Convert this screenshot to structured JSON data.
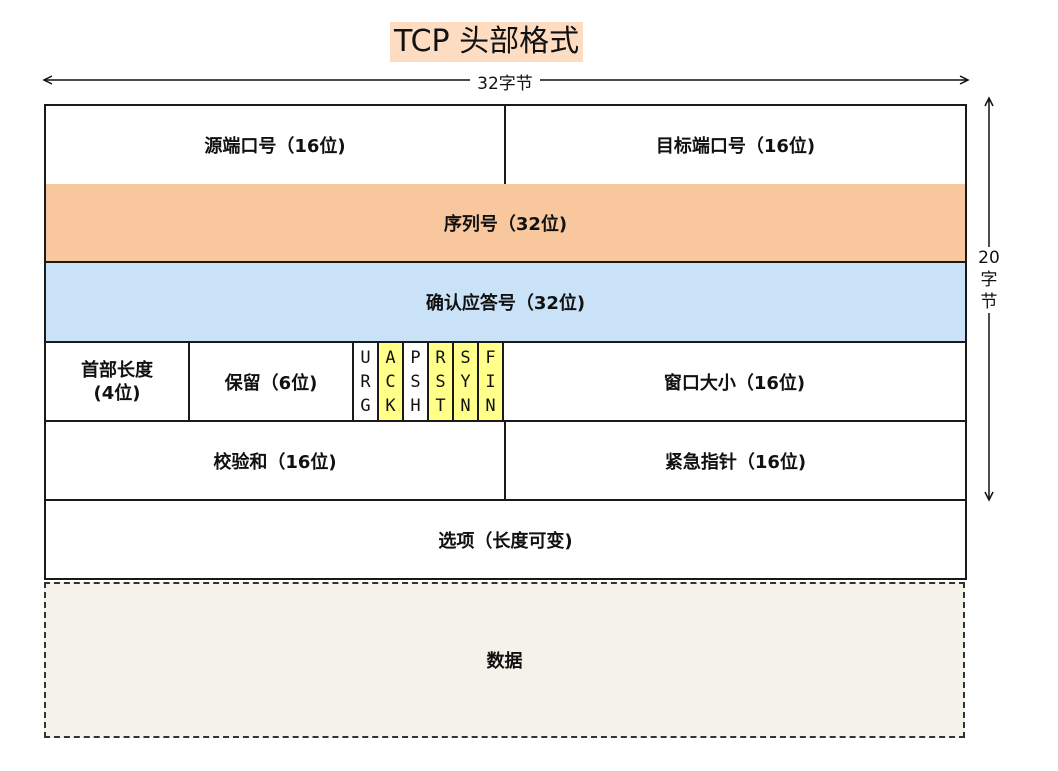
{
  "title": "TCP 头部格式",
  "width_label": "32字节",
  "height_label": [
    "20",
    "字",
    "节"
  ],
  "rows": {
    "r1": [
      "源端口号（16位)",
      "目标端口号（16位)"
    ],
    "r2": "序列号（32位)",
    "r3": "确认应答号（32位)",
    "r4": {
      "header_length": [
        "首部长度",
        "(4位)"
      ],
      "reserved": "保留（6位)",
      "flags": [
        {
          "letters": [
            "U",
            "R",
            "G"
          ],
          "highlight": false
        },
        {
          "letters": [
            "A",
            "C",
            "K"
          ],
          "highlight": true
        },
        {
          "letters": [
            "P",
            "S",
            "H"
          ],
          "highlight": false
        },
        {
          "letters": [
            "R",
            "S",
            "T"
          ],
          "highlight": true
        },
        {
          "letters": [
            "S",
            "Y",
            "N"
          ],
          "highlight": true
        },
        {
          "letters": [
            "F",
            "I",
            "N"
          ],
          "highlight": true
        }
      ],
      "window": "窗口大小（16位)"
    },
    "r5": [
      "校验和（16位)",
      "紧急指针（16位)"
    ],
    "r6": "选项（长度可变)"
  },
  "data_label": "数据",
  "colors": {
    "title_bg": "#fddcc1",
    "sequence_bg": "#f8c79e",
    "ack_bg": "#c9e2f8",
    "flag_highlight": "#ffff8a",
    "data_bg": "#f5f3e9"
  }
}
